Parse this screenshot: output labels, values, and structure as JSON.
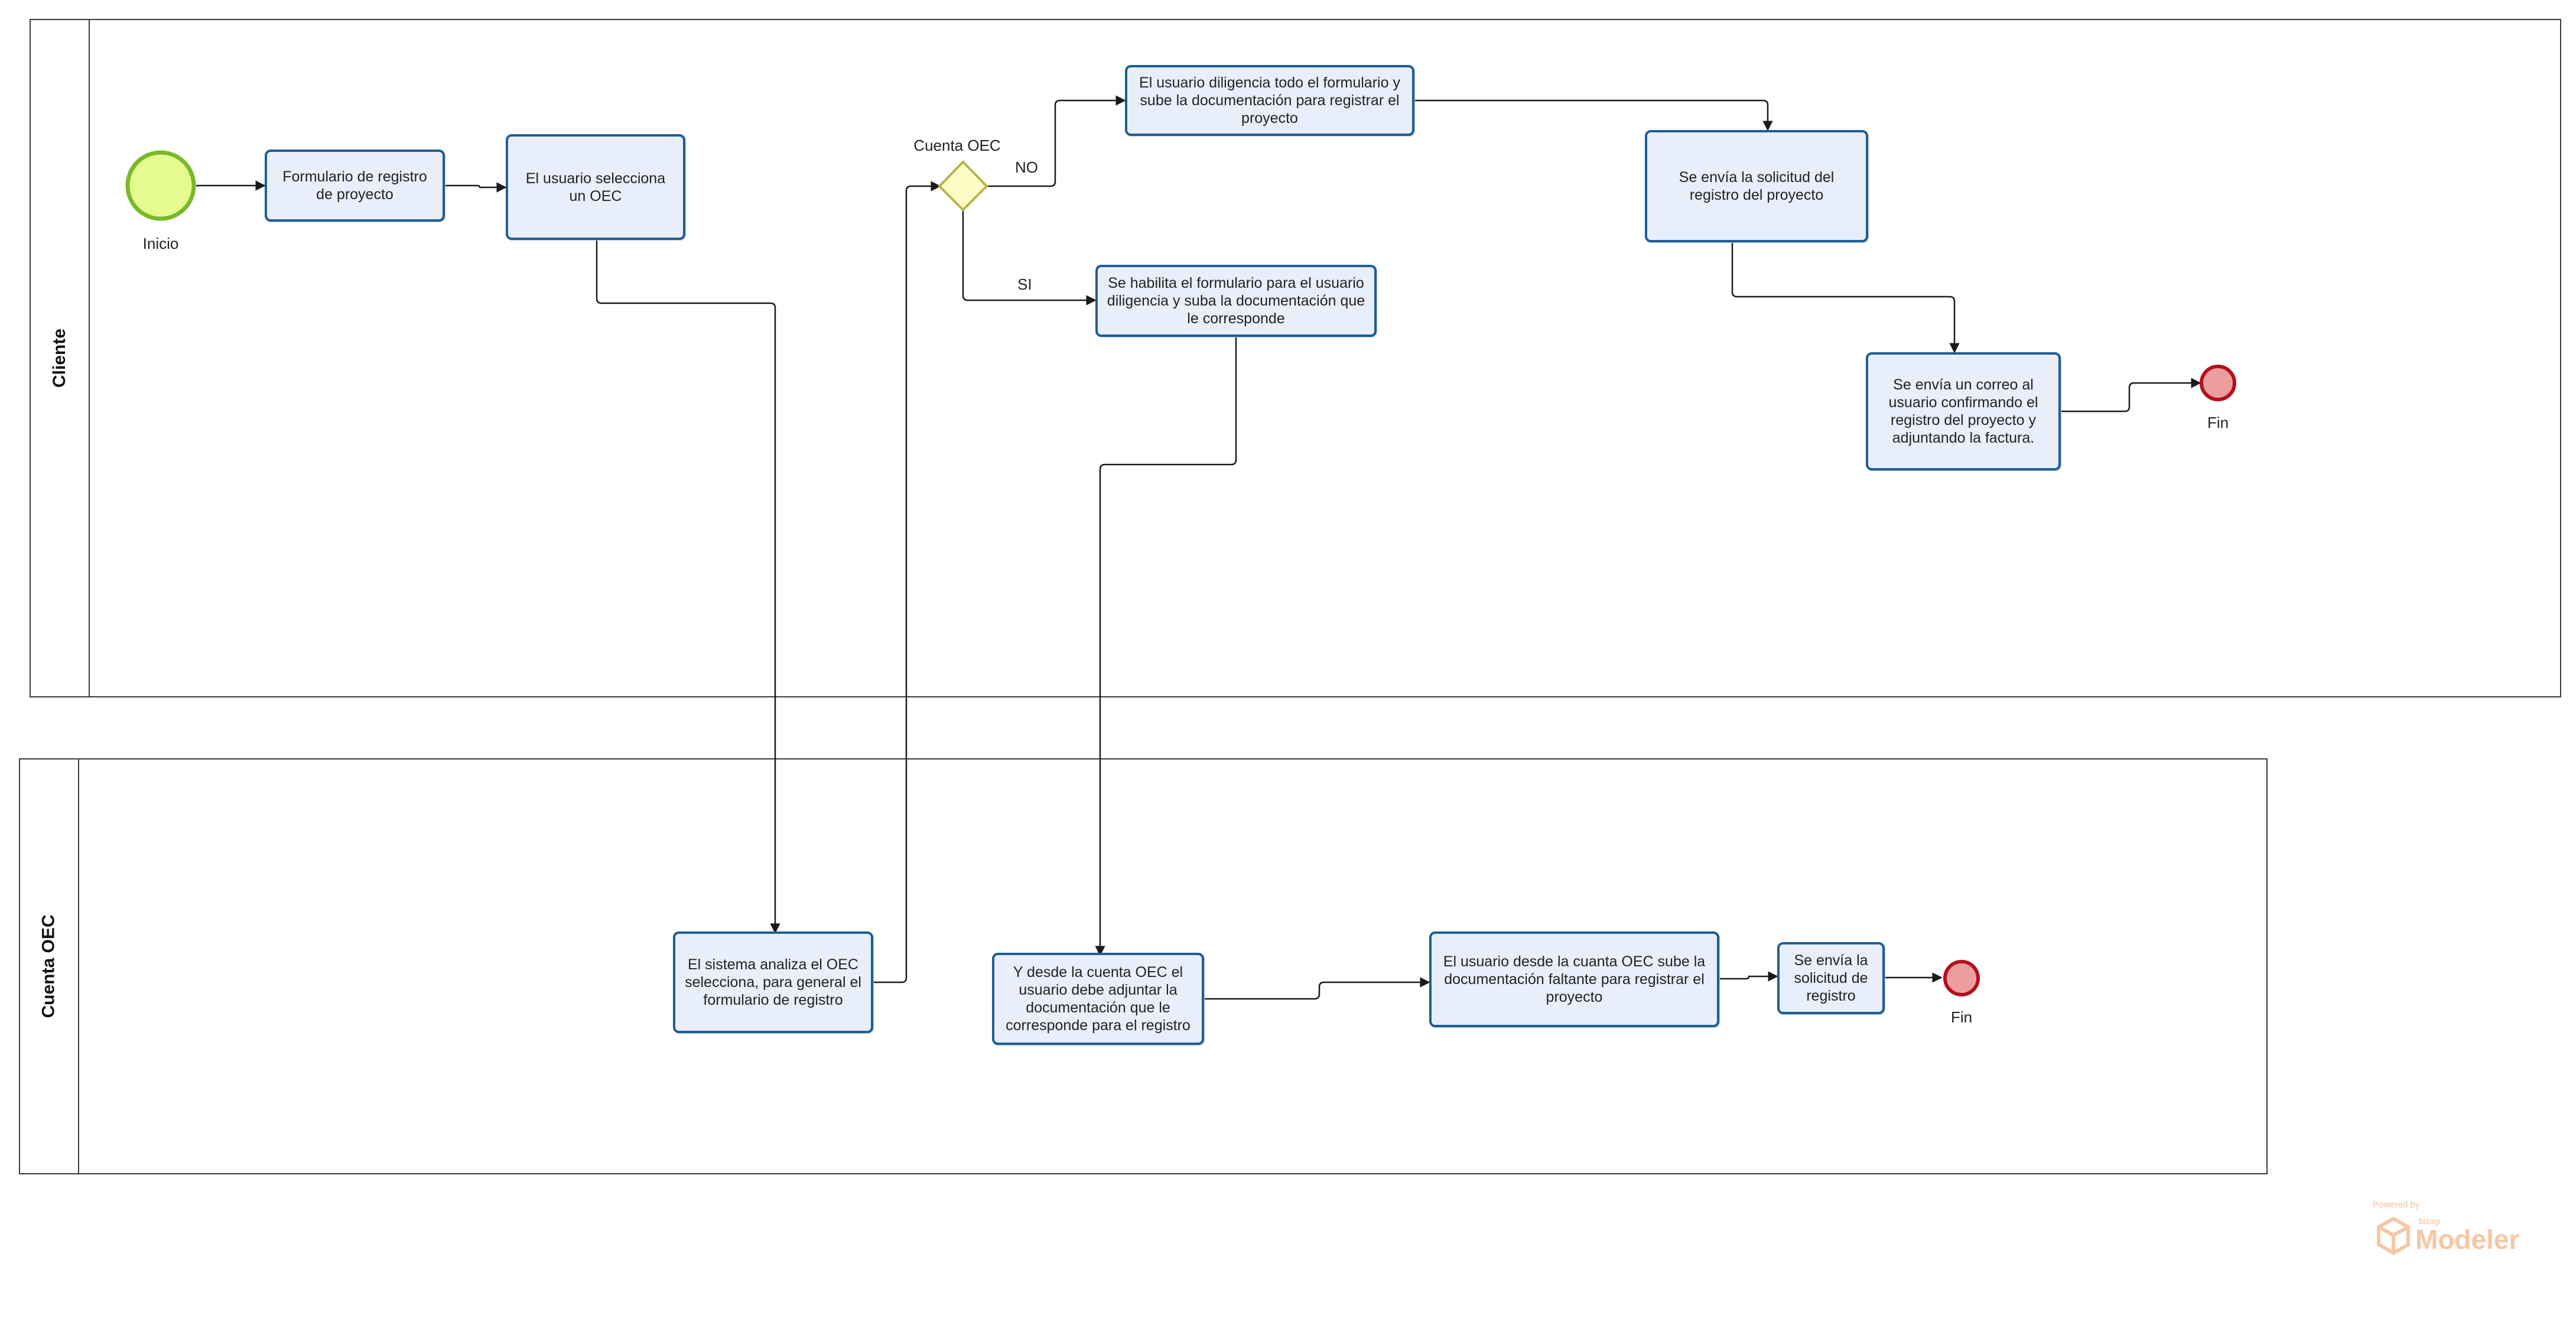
{
  "colors": {
    "pool_border": "#3a3a3a",
    "task_fill": "#e9eefb",
    "task_border": "#1f5e96",
    "start_fill": "#e6fb8f",
    "start_border": "#79b82a",
    "end_fill": "#ec9e9e",
    "end_border": "#b3101c",
    "gateway_fill": "#fcfcc4",
    "gateway_border": "#b7b34a",
    "flow": "#1a1a1a",
    "watermark": "#f6c7a3"
  },
  "pools": {
    "cliente": {
      "label": "Cliente"
    },
    "cuenta_oec": {
      "label": "Cuenta OEC"
    }
  },
  "events": {
    "start": {
      "label": "Inicio"
    },
    "end_cliente": {
      "label": "Fin"
    },
    "end_oec": {
      "label": "Fin"
    }
  },
  "gateway": {
    "label": "Cuenta OEC",
    "branch_no": "NO",
    "branch_si": "SI"
  },
  "tasks": {
    "formulario": "Formulario de registro de proyecto",
    "selecciona_oec": "El usuario selecciona un OEC",
    "diligencia_todo": "El usuario diligencia todo el formulario y sube la documentación para registrar el proyecto",
    "habilita_formulario": "Se habilita el formulario para el usuario diligencia y suba la documentación que le corresponde",
    "envia_solicitud": "Se envía la solicitud del registro del proyecto",
    "envia_correo": "Se envía un correo al usuario confirmando el registro del proyecto y adjuntando la factura.",
    "sistema_analiza": "El sistema analiza el OEC selecciona, para general el formulario de registro",
    "cuenta_adjunta": "Y desde la cuenta OEC el usuario debe adjuntar la documentación que le corresponde para el registro",
    "sube_faltante": "El usuario desde la cuanta OEC sube la documentación faltante para registrar el proyecto",
    "envia_solicitud_registro": "Se envía la solicitud de registro"
  },
  "watermark": {
    "powered_by": "Powered by",
    "vendor": "bizagi",
    "product": "Modeler"
  }
}
